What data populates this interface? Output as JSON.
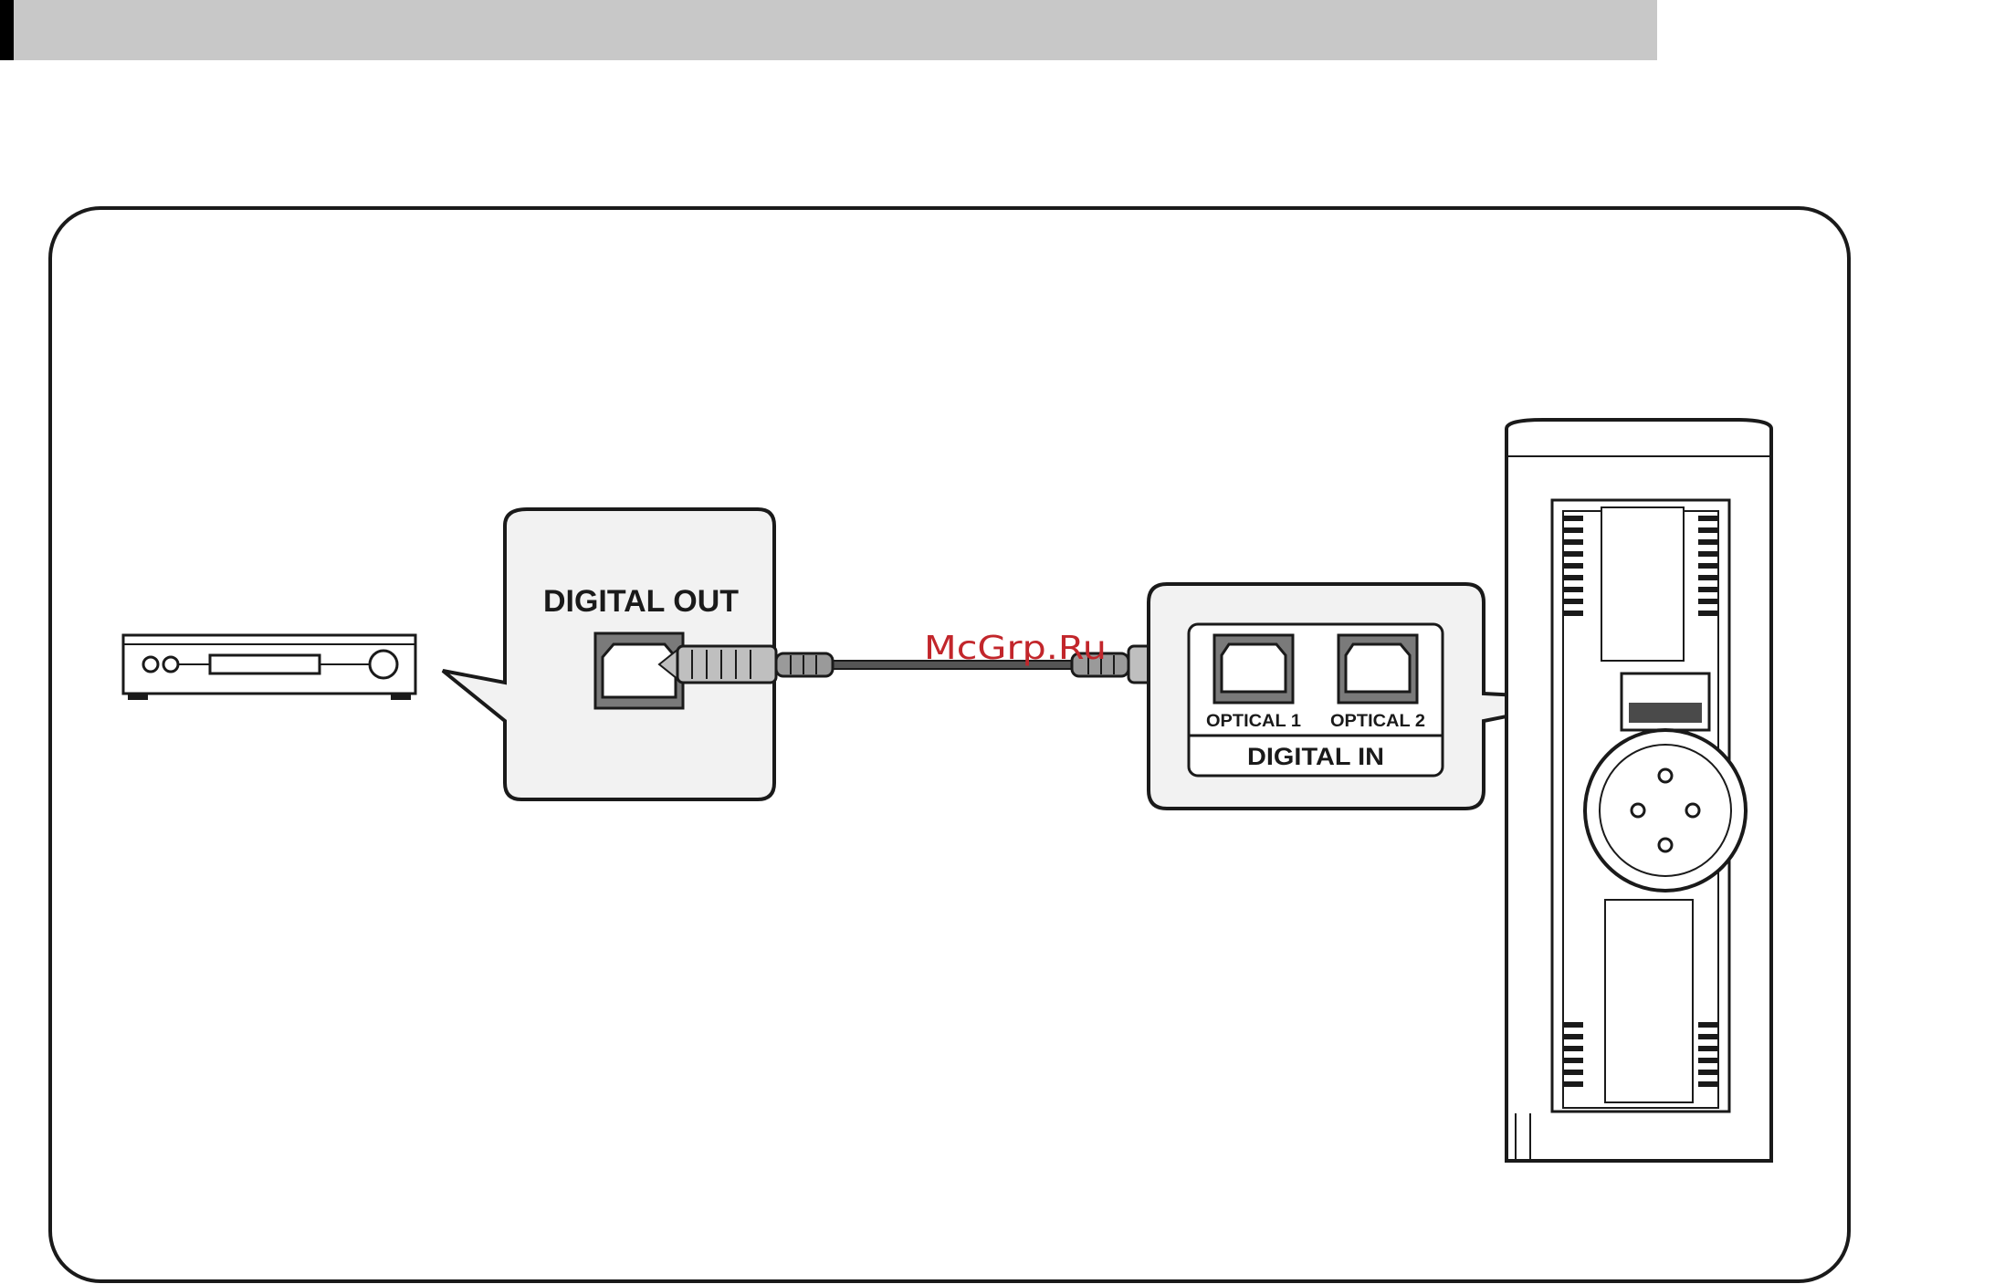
{
  "header_bar": {
    "accent": "#000000",
    "fill": "#c8c8c8"
  },
  "diagram": {
    "source_callout": {
      "label": "DIGITAL OUT"
    },
    "speaker_callout": {
      "ports": [
        {
          "label": "OPTICAL 1"
        },
        {
          "label": "OPTICAL 2"
        }
      ],
      "group_label": "DIGITAL IN"
    }
  },
  "watermark": {
    "text": "McGrp.Ru",
    "color": "#c2262b"
  },
  "icons": {
    "source_device": "av-receiver-icon",
    "speaker": "powered-speaker-rear-icon",
    "cable": "optical-cable-icon"
  }
}
